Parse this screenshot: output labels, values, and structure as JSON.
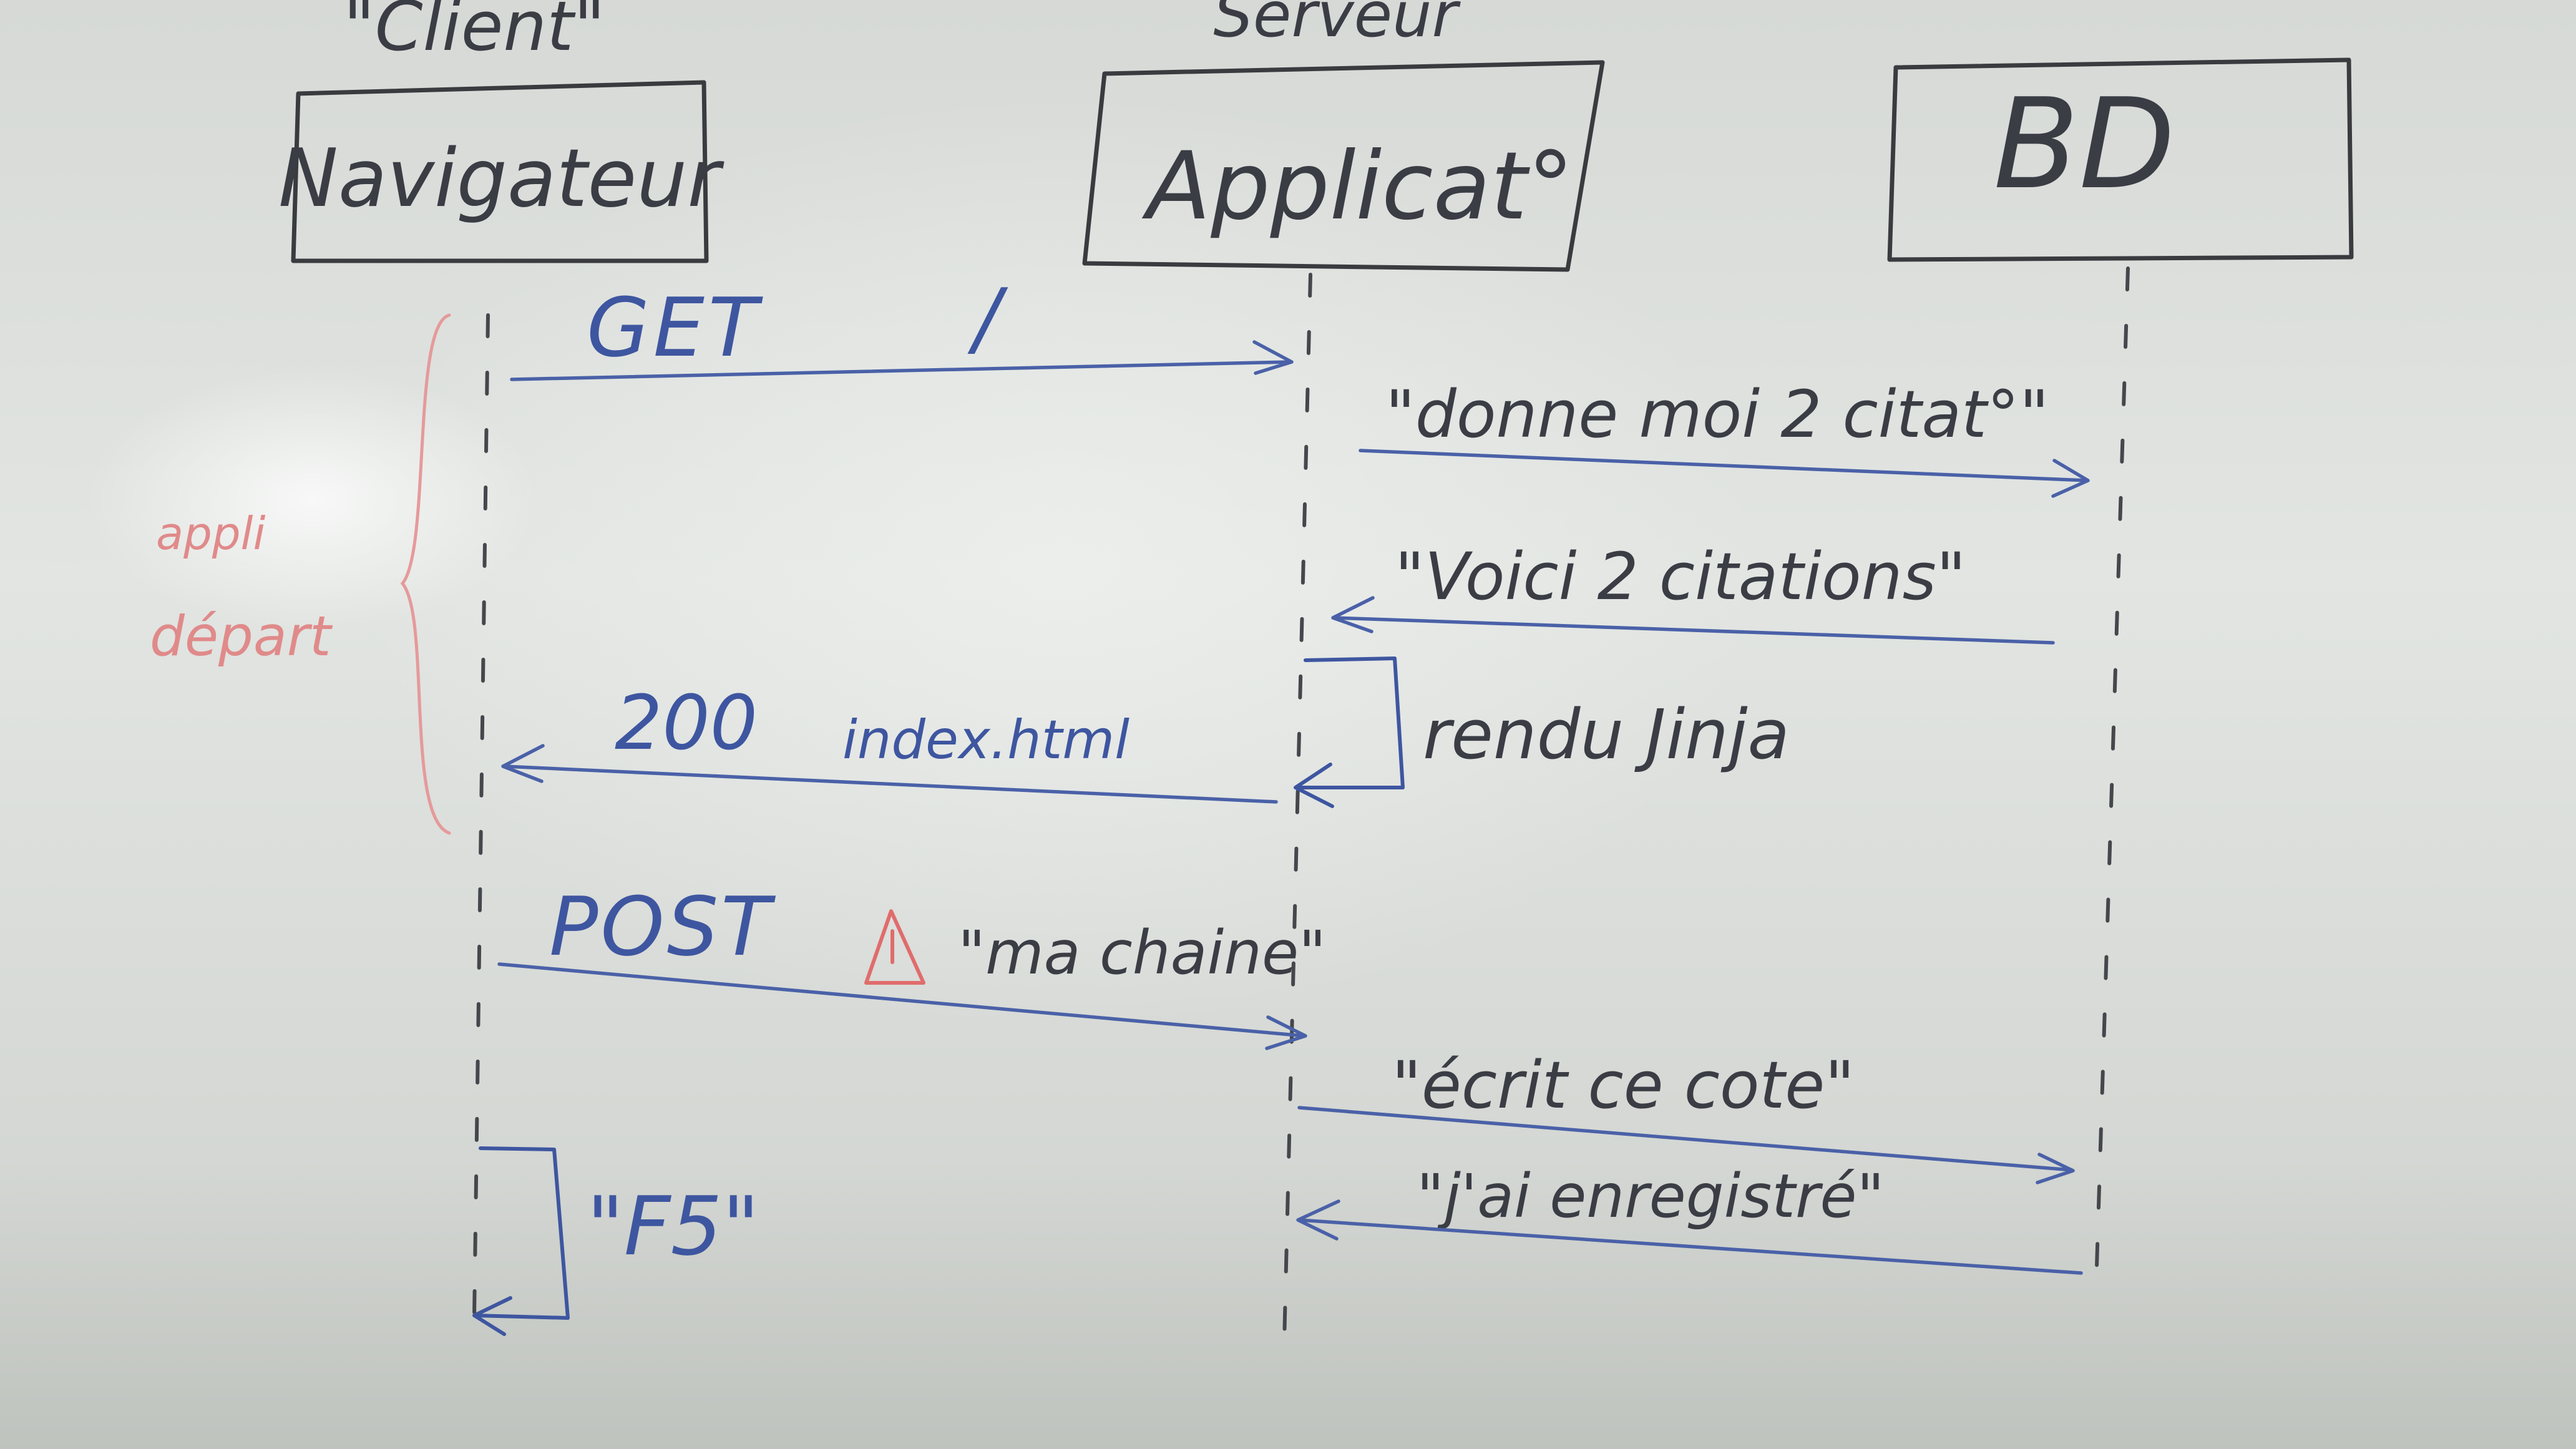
{
  "header": {
    "client_label": "\"Client\"",
    "server_label": "Serveur"
  },
  "participants": [
    {
      "id": "navigateur",
      "label": "Navigateur"
    },
    {
      "id": "application",
      "label": "Applicat°"
    },
    {
      "id": "bd",
      "label": "BD"
    }
  ],
  "messages": [
    {
      "id": "get",
      "from": "navigateur",
      "to": "application",
      "label": "GET",
      "mark": "/"
    },
    {
      "id": "donne-moi",
      "from": "application",
      "to": "bd",
      "label": "\"donne moi 2 citat°\""
    },
    {
      "id": "voici",
      "from": "bd",
      "to": "application",
      "label": "\"Voici 2 citations\""
    },
    {
      "id": "rendu",
      "from": "application",
      "to": "application",
      "label": "rendu Jinja"
    },
    {
      "id": "ok-200",
      "from": "application",
      "to": "navigateur",
      "label": "200",
      "sublabel": "index.html"
    },
    {
      "id": "post",
      "from": "navigateur",
      "to": "application",
      "label": "POST",
      "payload": "\"ma chaine\""
    },
    {
      "id": "ecrit",
      "from": "application",
      "to": "bd",
      "label": "\"écrit ce cote\""
    },
    {
      "id": "enregistre",
      "from": "bd",
      "to": "application",
      "label": "\"j'ai enregistré\""
    },
    {
      "id": "f5",
      "from": "navigateur",
      "to": "navigateur",
      "label": "\"F5\""
    }
  ],
  "annotation": {
    "text_line1": "appli",
    "text_line2": "départ"
  },
  "colors": {
    "ink_black": "#3a3b3f",
    "ink_blue": "#3e56a0",
    "ink_red": "#e06c6c"
  }
}
